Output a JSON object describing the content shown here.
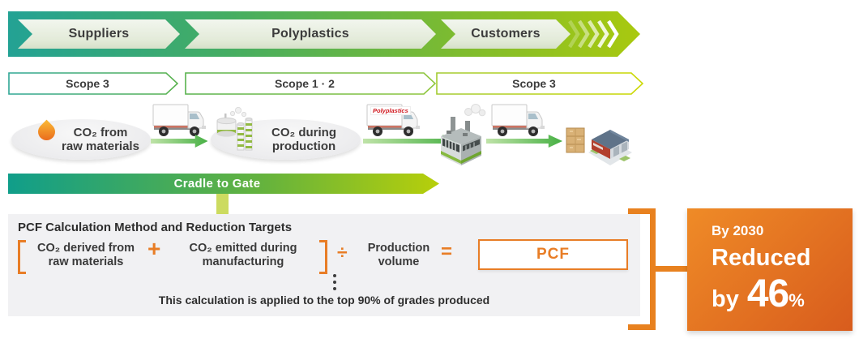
{
  "colors": {
    "teal": "#23a294",
    "green": "#58b24d",
    "yellow_green": "#a9c90f",
    "accent_orange": "#e87d26",
    "panel_gray": "#f1f1f3",
    "target_gradient_start": "#ef8b27",
    "target_gradient_end": "#d85c1d"
  },
  "flow_banner": {
    "stages": [
      {
        "label": "Suppliers"
      },
      {
        "label": "Polyplastics"
      },
      {
        "label": "Customers"
      }
    ]
  },
  "scope_row": [
    {
      "label": "Scope 3"
    },
    {
      "label": "Scope 1 · 2"
    },
    {
      "label": "Scope 3"
    }
  ],
  "chain": {
    "emission_1": {
      "line1": "CO₂ from",
      "line2": "raw materials"
    },
    "emission_2": {
      "line1": "CO₂ during",
      "line2": "production"
    },
    "truck_logo": "Polyplastics"
  },
  "cradle_banner": {
    "label": "Cradle to Gate"
  },
  "pcf_panel": {
    "title": "PCF Calculation Method and Reduction Targets",
    "term1": {
      "line1": "CO₂ derived from",
      "line2": "raw materials"
    },
    "op_plus": "+",
    "term2": {
      "line1": "CO₂ emitted during",
      "line2": "manufacturing"
    },
    "op_divide": "÷",
    "term3": {
      "line1": "Production",
      "line2": "volume"
    },
    "op_equals": "=",
    "result": "PCF",
    "note": "This calculation is applied to the top 90% of grades produced"
  },
  "target": {
    "timeframe": "By 2030",
    "action": "Reduced",
    "prefix": "by",
    "value": "46",
    "unit": "%"
  }
}
